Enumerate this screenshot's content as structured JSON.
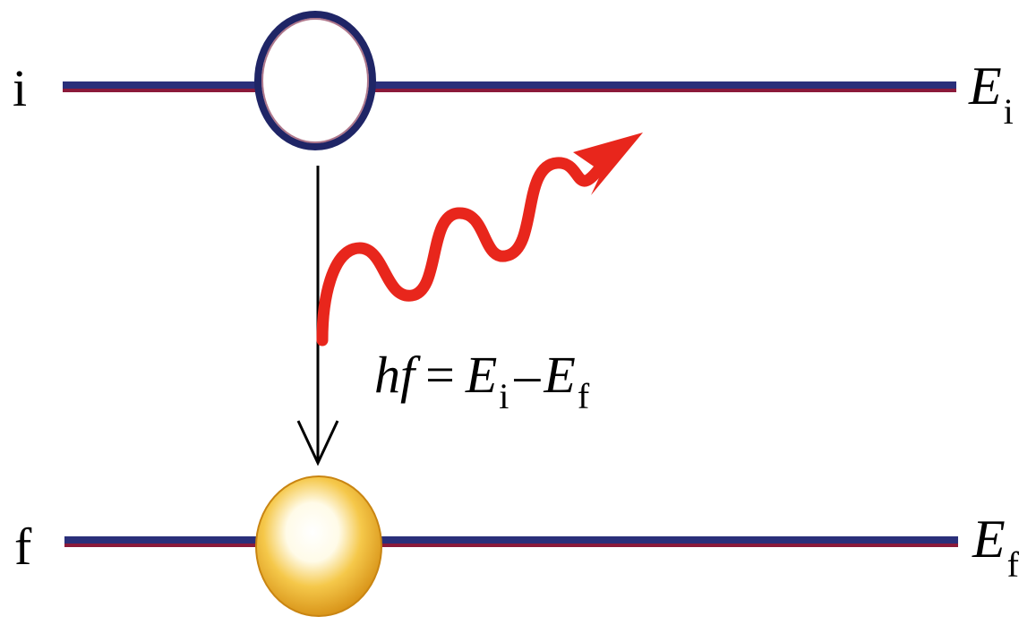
{
  "diagram": {
    "initial_level": {
      "label": "i",
      "energy_symbol": "E",
      "energy_subscript": "i"
    },
    "final_level": {
      "label": "f",
      "energy_symbol": "E",
      "energy_subscript": "f"
    },
    "equation": {
      "lhs": "hf",
      "equals": "=",
      "term1_symbol": "E",
      "term1_subscript": "i",
      "minus": "–",
      "term2_symbol": "E",
      "term2_subscript": "f"
    },
    "colors": {
      "level_line": "#2a2f7a",
      "level_line_edge": "#8b1a3a",
      "photon": "#e8261c",
      "initial_circle_stroke": "#1f2566",
      "final_sphere_outer": "#e0a020",
      "final_sphere_inner": "#ffffff",
      "transition_arrow": "#000000"
    }
  }
}
